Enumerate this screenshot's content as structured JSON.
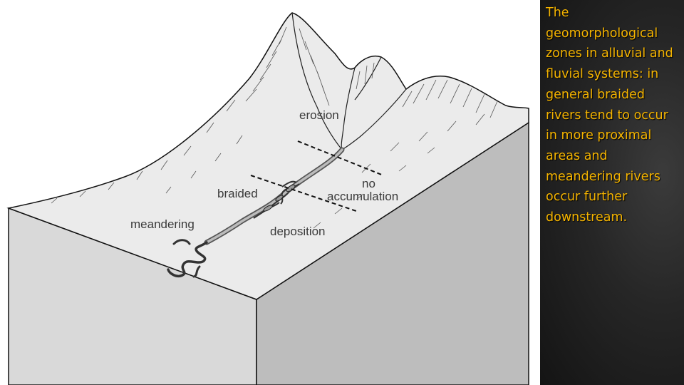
{
  "diagram": {
    "labels": {
      "erosion": "erosion",
      "braided": "braided",
      "no": "no",
      "accumulation": "accumulation",
      "meandering": "meandering",
      "deposition": "deposition"
    }
  },
  "side_panel": {
    "caption": "The geomorphological zones in alluvial and fluvial systems: in general braided rivers tend to occur in more proximal areas and meandering rivers occur further downstream."
  },
  "colors": {
    "caption_text": "#f5b400",
    "panel_background": "#262626"
  }
}
